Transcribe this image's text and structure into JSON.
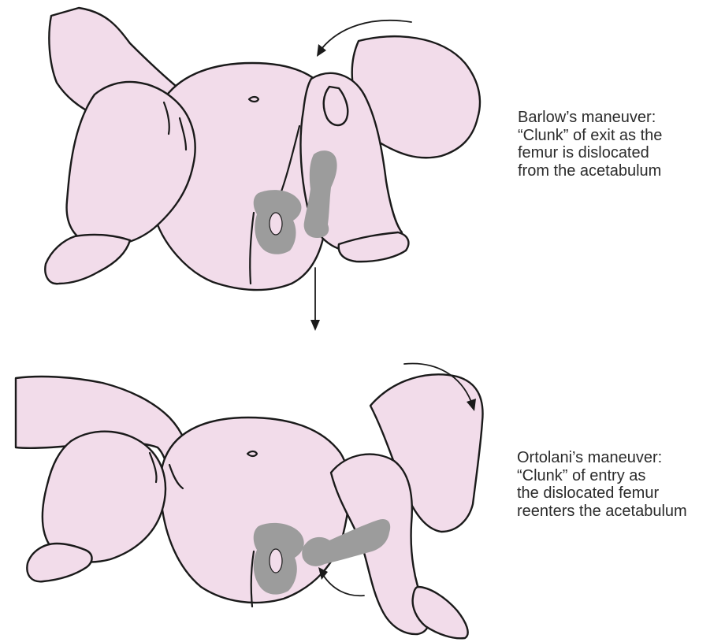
{
  "barlow": {
    "lines": [
      "Barlow’s maneuver:",
      "“Clunk” of exit as the",
      "femur is dislocated",
      "from the acetabulum"
    ]
  },
  "ortolani": {
    "lines": [
      "Ortolani’s maneuver:",
      "“Clunk” of entry as",
      "the dislocated femur",
      "reenters the acetabulum"
    ]
  },
  "colors": {
    "skin": "#f2dcea",
    "bone": "#9c9c9c",
    "outline": "#1a1a1a",
    "text": "#2b2b2b"
  }
}
